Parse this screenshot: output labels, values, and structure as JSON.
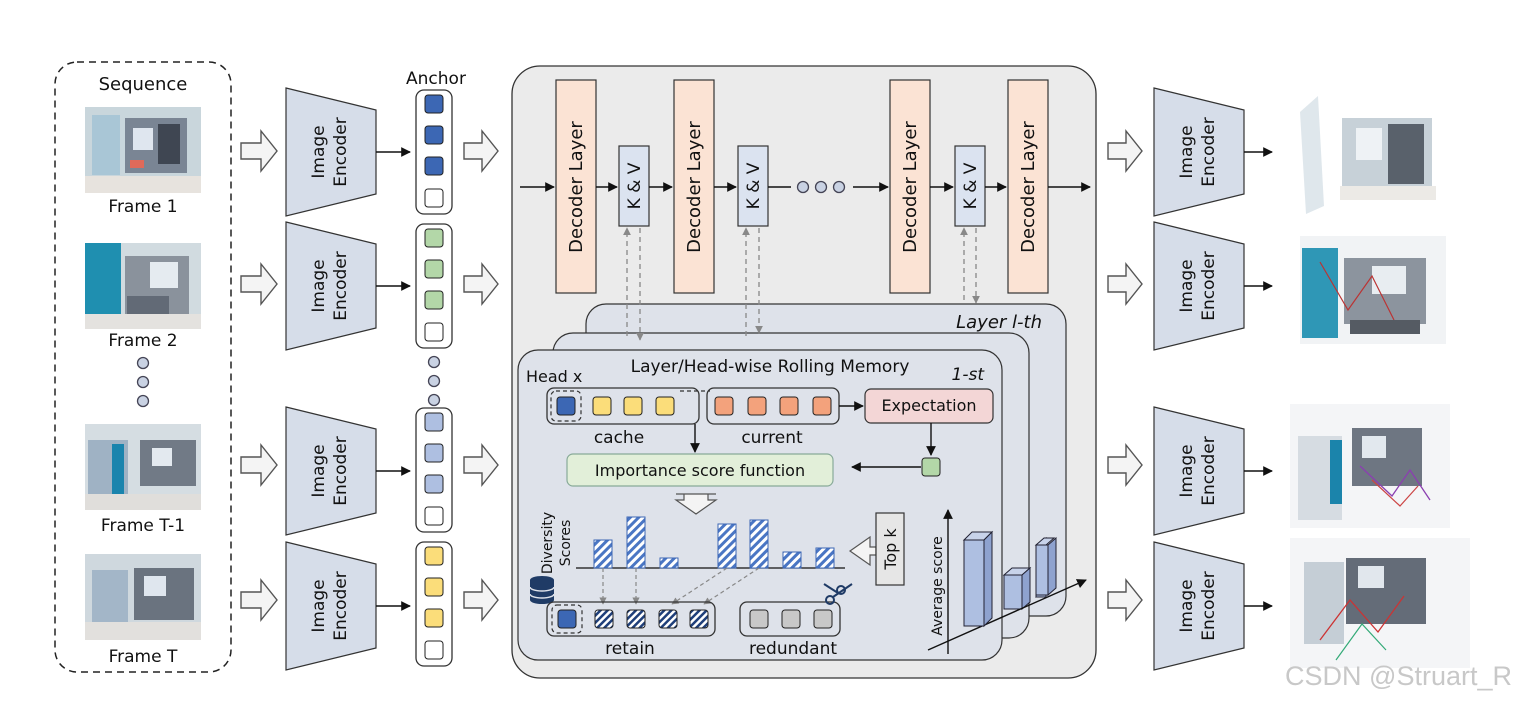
{
  "sequence_label": "Sequence",
  "anchor_label": "Anchor",
  "frames": [
    "Frame 1",
    "Frame 2",
    "Frame T-1",
    "Frame T"
  ],
  "encoder_label_line1": "Image",
  "encoder_label_line2": "Encoder",
  "decoder_label": "Decoder Layer",
  "kv_label": "K & V",
  "memory_title": "Layer/Head-wise Rolling Memory",
  "head_label": "Head x",
  "cache_label": "cache",
  "current_label": "current",
  "expectation_label": "Expectation",
  "importance_label": "Importance score function",
  "layer_lth_label": "Layer l-th",
  "first_label": "1-st",
  "diversity_label_line1": "Diversity",
  "diversity_label_line2": "Scores",
  "topk_label": "Top k",
  "avg_score_label": "Average score",
  "retain_label": "retain",
  "redundant_label": "redundant",
  "watermark": "CSDN @Struart_R",
  "colors": {
    "encoder_fill": "#d6dde9",
    "decoder_fill": "#fbe3d4",
    "kv_fill": "#dbe3f0",
    "token_blue": "#3c67b4",
    "token_green": "#b3d7a8",
    "token_lightblue": "#aebfe1",
    "token_yellow": "#fbdd7a",
    "token_orange": "#f3a27c",
    "panel_fill": "#ebebeb",
    "memory_fill": "#dee2ea",
    "expectation_fill": "#f3d6d6",
    "importance_fill": "#e2efd9",
    "gray_token": "#c8c8c8"
  }
}
